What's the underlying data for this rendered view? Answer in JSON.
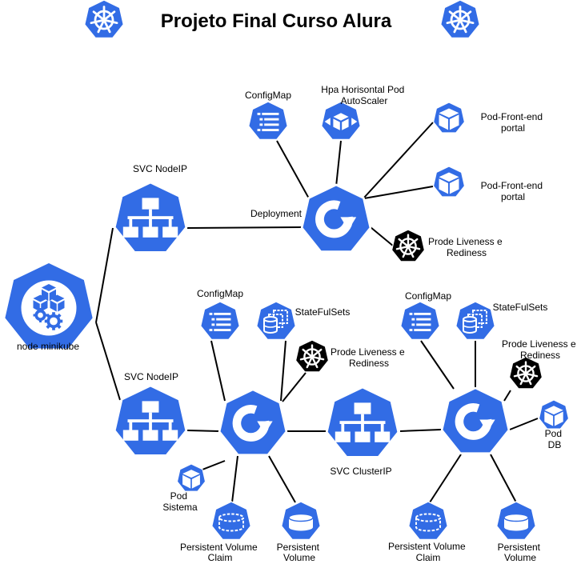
{
  "title": "Projeto Final Curso Alura",
  "colors": {
    "k8s_blue": "#326CE5",
    "probe_black": "#000000",
    "line": "#000000",
    "white": "#FFFFFF"
  },
  "labels": {
    "node": "node minikube",
    "svc_top": "SVC NodeIP",
    "svc_bottom": "SVC NodeIP",
    "svc_cluster": "SVC ClusterIP",
    "deployment": "Deployment",
    "configmap_top": "ConfigMap",
    "hpa": [
      "Hpa Horisontal Pod",
      "AutoScaler"
    ],
    "pod_front_1": [
      "Pod-Front-end",
      "portal"
    ],
    "pod_front_2": [
      "Pod-Front-end",
      "portal"
    ],
    "probe_top": [
      "Prode Liveness e",
      "Rediness"
    ],
    "configmap_left": "ConfigMap",
    "statefulsets_left": "StateFulSets",
    "probe_left": [
      "Prode Liveness e",
      "Rediness"
    ],
    "pod_sistema": [
      "Pod",
      "Sistema"
    ],
    "pvc_left": [
      "Persistent Volume",
      "Claim"
    ],
    "pv_left": [
      "Persistent",
      "Volume"
    ],
    "configmap_right": "ConfigMap",
    "statefulsets_right": "StateFulSets",
    "probe_right": [
      "Prode Liveness e",
      "Rediness"
    ],
    "pod_db": [
      "Pod",
      "DB"
    ],
    "pvc_right": [
      "Persistent Volume",
      "Claim"
    ],
    "pv_right": [
      "Persistent",
      "Volume"
    ]
  },
  "icons": {
    "title_left": "kubernetes-helm-icon",
    "title_right": "kubernetes-helm-icon",
    "node": "node-icon",
    "svc": "service-icon",
    "deploy": "deployment-icon",
    "configmap": "configmap-icon",
    "hpa": "hpa-icon",
    "pod": "pod-icon",
    "statefulset": "statefulset-icon",
    "pvc": "pvc-icon",
    "pv": "pv-icon",
    "probe": "probe-helm-icon"
  }
}
